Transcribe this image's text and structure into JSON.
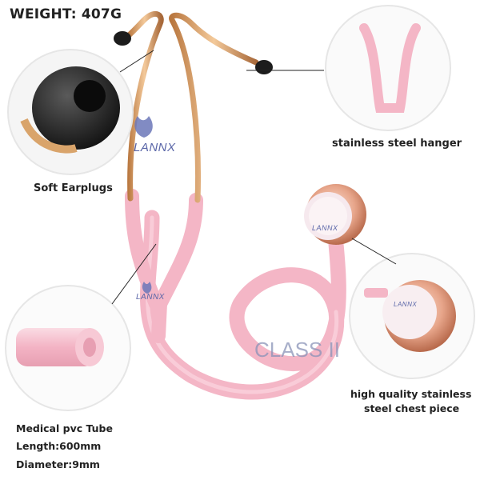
{
  "header": {
    "weight": "WEIGHT: 407G"
  },
  "labels": {
    "earplugs": "Soft Earplugs",
    "hanger": "stainless steel hanger",
    "chest_line1": "high quality stainless",
    "chest_line2": "steel chest piece",
    "tube": "Medical pvc Tube",
    "length": "Length:600mm",
    "diameter": "Diameter:9mm"
  },
  "watermarks": {
    "brand": "LANNX",
    "brand_tube": "LANNX",
    "brand_chest": "LANNX",
    "brand_chest_zoom": "LANNX",
    "class": "CLASS II"
  },
  "colors": {
    "tube_pink": "#f4b6c6",
    "rose_gold": "#d99a78",
    "earplug_black": "#1c1c1c",
    "watermark": "#5a66a8"
  }
}
